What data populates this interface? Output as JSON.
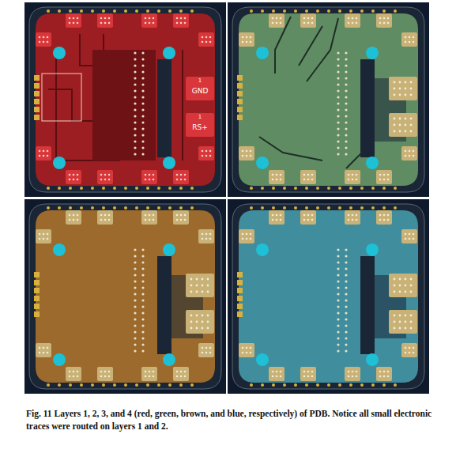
{
  "diagram": {
    "caption": "Fig. 11    Layers 1, 2, 3, and 4 (red, green, brown, and blue, respectively) of PDB. Notice all small electronic traces were routed on layers 1 and 2.",
    "labels": [
      "1",
      "GND",
      "1",
      "RS+"
    ]
  }
}
